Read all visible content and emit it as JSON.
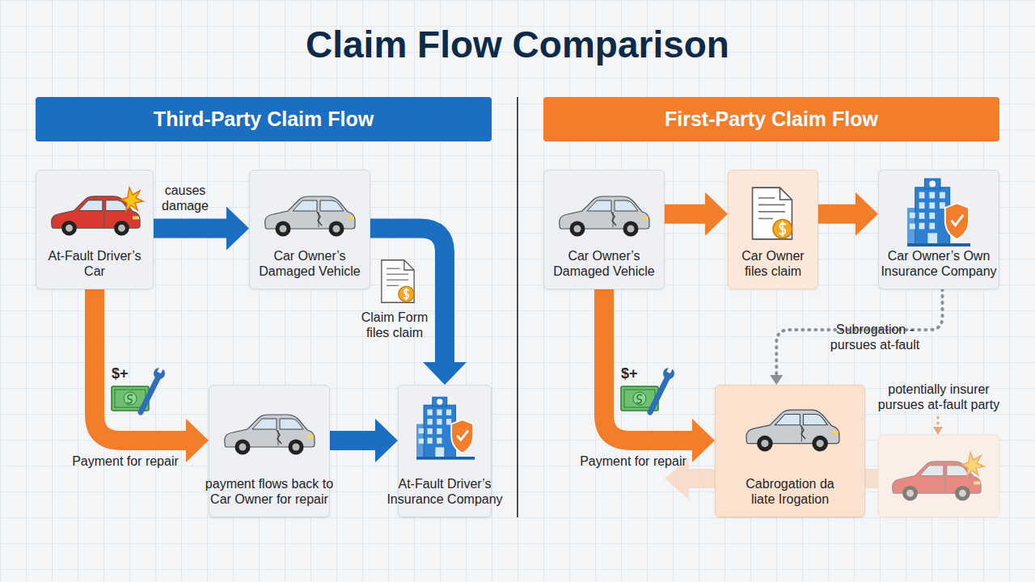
{
  "diagram": {
    "title": "Claim Flow Comparison",
    "nodes": [
      {
        "text": [
          "Third-Party Claim Flow"
        ]
      },
      {
        "text": [
          "At-Fault Driver’s Car"
        ]
      },
      {
        "text": [
          "Car Owner’s Damaged Vehicle"
        ]
      },
      {
        "text": [
          "payment flows back to Car Owner for repair"
        ]
      },
      {
        "text": [
          "At-Fault Driver’s Insurance Company"
        ]
      },
      {
        "text": [
          "First-Party Claim Flow"
        ]
      },
      {
        "text": [
          "Car Owner’s Damaged Vehicle"
        ]
      },
      {
        "text": [
          "Car Owner files claim"
        ]
      },
      {
        "text": [
          "Car Owner’s Own Insurance Company"
        ]
      },
      {
        "text": [
          "Cabrogation da liate Irogation"
        ]
      }
    ],
    "edges": [
      {
        "from": 1,
        "to": 2,
        "label": "causes damage",
        "arrow": "to"
      },
      {
        "from": 2,
        "to": 4,
        "label": "Claim Form files claim",
        "arrow": "to"
      },
      {
        "from": 1,
        "to": 3,
        "label": "Payment for repair",
        "arrow": "to"
      },
      {
        "from": 3,
        "to": 4,
        "arrow": "to"
      },
      {
        "from": 6,
        "to": 7,
        "arrow": "to"
      },
      {
        "from": 7,
        "to": 8,
        "arrow": "to"
      },
      {
        "from": 8,
        "to": 9,
        "label": "Subrogation - pursues at-fault",
        "arrow": "to"
      },
      {
        "from": 6,
        "to": 9,
        "label": "Payment for repair",
        "arrow": "to"
      }
    ],
    "labels": [
      "$+",
      "$+",
      "potentially insurer pursues at-fault party"
    ]
  }
}
